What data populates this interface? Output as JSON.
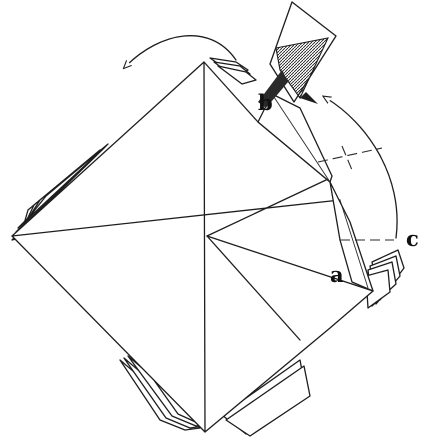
{
  "diagram": {
    "labels": {
      "a": "a",
      "b": "b",
      "c": "c"
    },
    "icons": {
      "fold_arrow_top_left": "curved-arrow-icon",
      "fold_arrow_right": "curved-arrow-icon",
      "tab_hatch": "hatched-shading"
    },
    "colors": {
      "ink": "#1e1e1e",
      "paper": "#ffffff"
    }
  }
}
